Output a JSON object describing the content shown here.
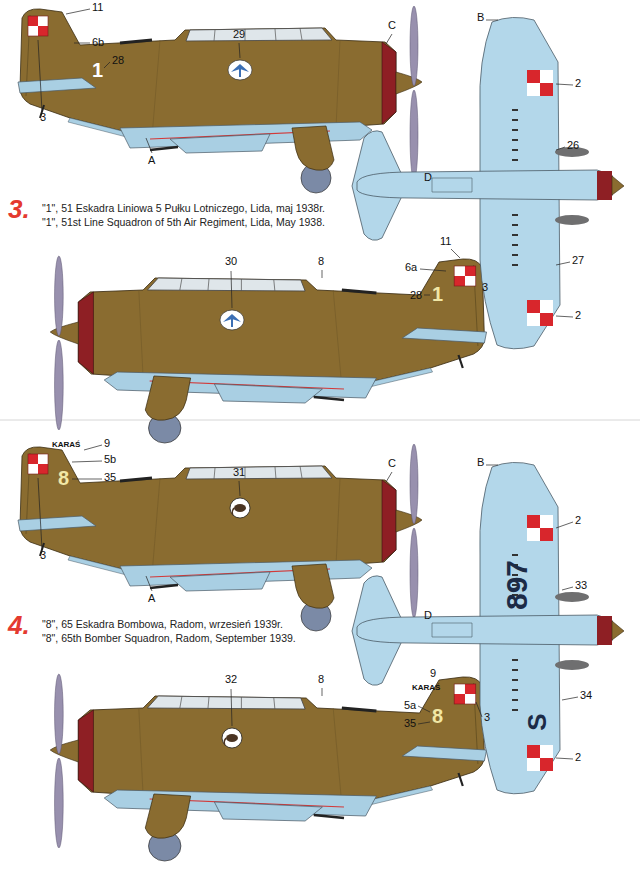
{
  "diagram": {
    "labels": [
      "11",
      "6b",
      "1",
      "28",
      "3",
      "29",
      "C",
      "A",
      "D",
      "B",
      "2",
      "26",
      "27",
      "2",
      "3.",
      "\"1\", 51 Eskadra Liniowa 5 Pułku Lotniczego, Lida, maj 1938r.",
      "\"1\", 51st Line Squadron of 5th Air Regiment, Lida, May 1938.",
      "30",
      "8",
      "11",
      "6a",
      "28",
      "1",
      "3",
      "KARAŚ",
      "9",
      "5b",
      "8",
      "35",
      "3",
      "31",
      "C",
      "A",
      "D",
      "B",
      "2",
      "897",
      "33",
      "S",
      "34",
      "2",
      "4.",
      "\"8\", 65 Eskadra Bombowa, Radom, wrzesień 1939r.",
      "\"8\", 65th Bomber Squadron, Radom, September 1939.",
      "32",
      "8",
      "9",
      "KARAŚ",
      "5a",
      "35",
      "8",
      "3"
    ]
  }
}
